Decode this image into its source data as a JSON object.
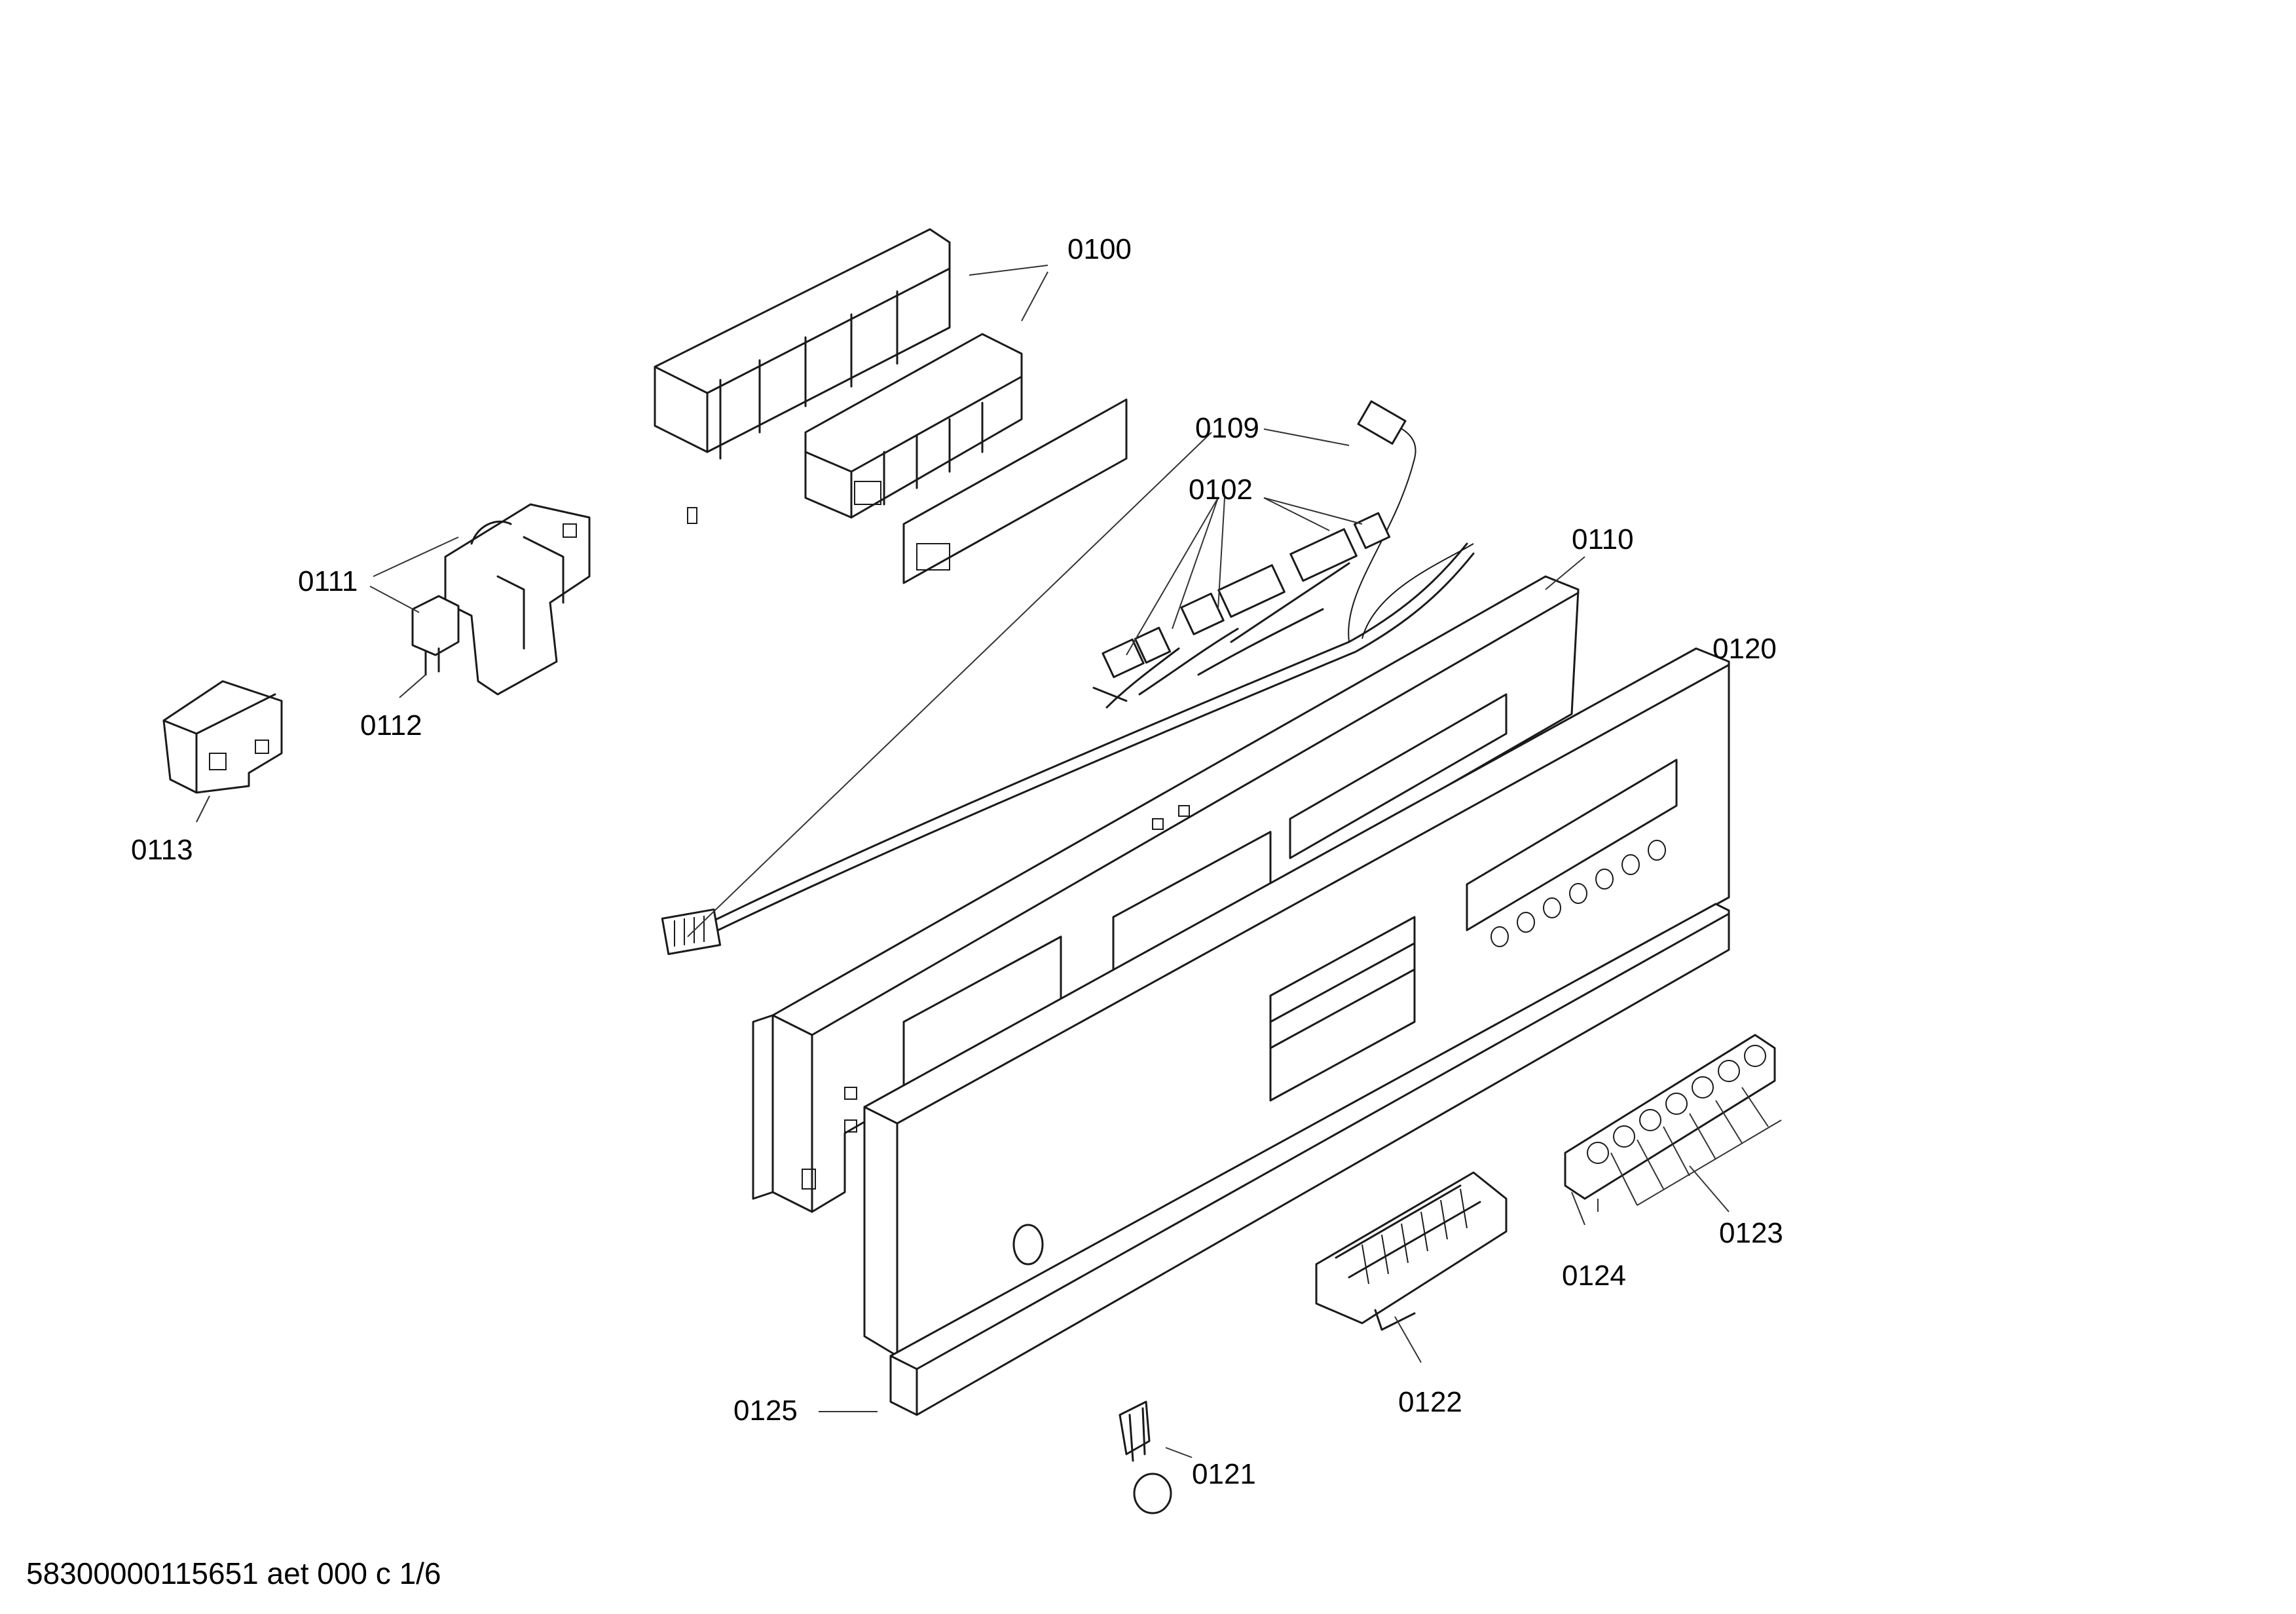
{
  "labels": {
    "p0100": "0100",
    "p0109": "0109",
    "p0102": "0102",
    "p0110": "0110",
    "p0120": "0120",
    "p0111": "0111",
    "p0112": "0112",
    "p0113": "0113",
    "p0123": "0123",
    "p0124": "0124",
    "p0122": "0122",
    "p0125": "0125",
    "p0121": "0121"
  },
  "footer": {
    "reference": "58300000115651 aet 000 c 1/6"
  }
}
